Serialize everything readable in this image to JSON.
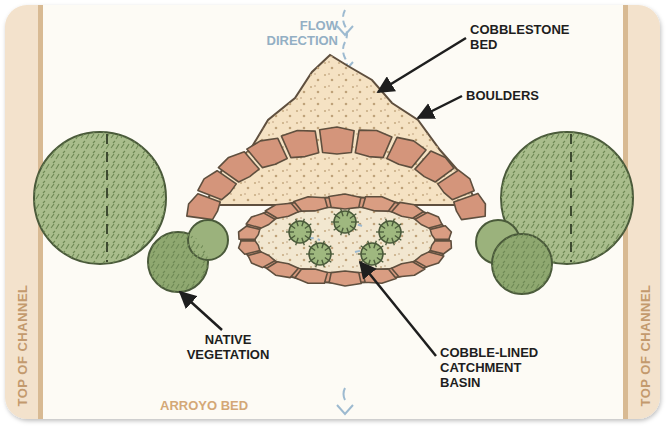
{
  "diagram": {
    "labels": [
      "FLOW DIRECTION",
      "COBBLESTONE BED",
      "BOULDERS",
      "NATIVE VEGETATION",
      "COBBLE-LINED CATCHMENT BASIN",
      "ARROYO BED",
      "TOP OF CHANNEL",
      "TOP OF CHANNEL"
    ]
  }
}
